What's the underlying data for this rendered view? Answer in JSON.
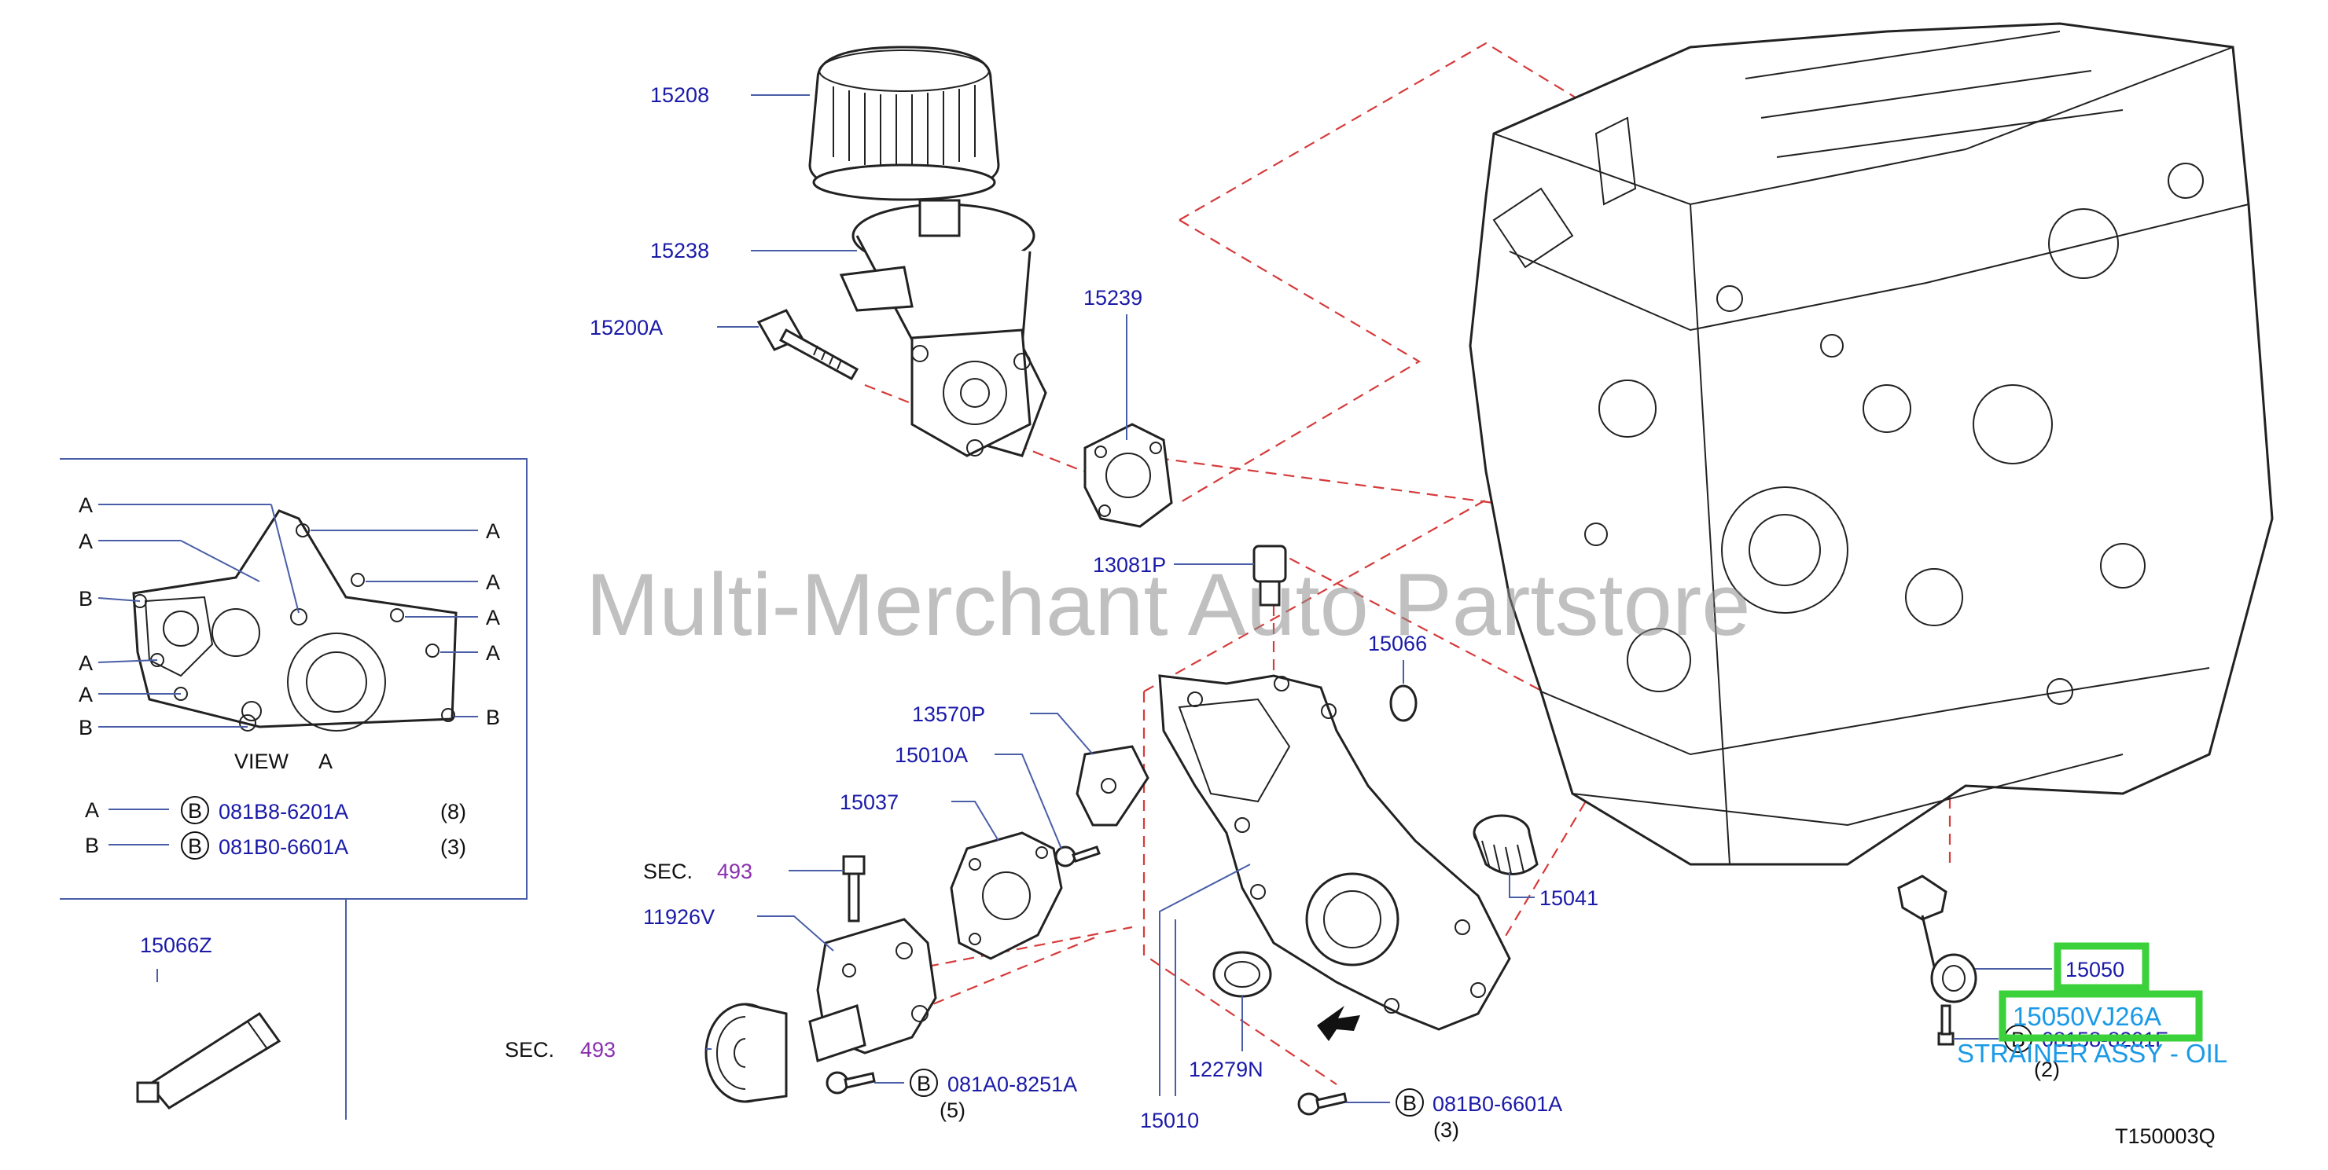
{
  "watermark": "Multi-Merchant Auto Partstore",
  "diagram_code": "T150003Q",
  "view": {
    "title": "VIEW",
    "title_letter": "A",
    "callouts_left": [
      "A",
      "A",
      "B",
      "A",
      "A",
      "B"
    ],
    "callouts_right": [
      "A",
      "A",
      "A",
      "A",
      "B"
    ],
    "legend": [
      {
        "key": "A",
        "badge": "B",
        "part": "081B8-6201A",
        "qty": "(8)"
      },
      {
        "key": "B",
        "badge": "B",
        "part": "081B0-6601A",
        "qty": "(3)"
      }
    ]
  },
  "parts": {
    "p15208": "15208",
    "p15238": "15238",
    "p15200A": "15200A",
    "p15239": "15239",
    "p13081P": "13081P",
    "p15066": "15066",
    "p13570P": "13570P",
    "p15010A": "15010A",
    "p15037": "15037",
    "sec1": "SEC.",
    "sec1_num": "493",
    "p11926V": "11926V",
    "sec2": "SEC.",
    "sec2_num": "493",
    "p15066Z": "15066Z",
    "p15041": "15041",
    "p12279N": "12279N",
    "p15010": "15010",
    "bolt1_badge": "B",
    "bolt1_part": "081A0-8251A",
    "bolt1_qty": "(5)",
    "bolt2_badge": "B",
    "bolt2_part": "081B0-6601A",
    "bolt2_qty": "(3)",
    "p15050": "15050",
    "bolt3_badge": "B",
    "bolt3_part": "08158-8201F",
    "bolt3_qty": "(2)"
  },
  "highlight": {
    "part_number": "15050VJ26A",
    "description": "STRAINER ASSY - OIL",
    "color": "#3bd13b",
    "text_color": "#1a9ae6"
  },
  "colors": {
    "label_blue": "#1a1aa8",
    "section_purple": "#8a2fb0",
    "dashed_red": "#d63a3a"
  }
}
